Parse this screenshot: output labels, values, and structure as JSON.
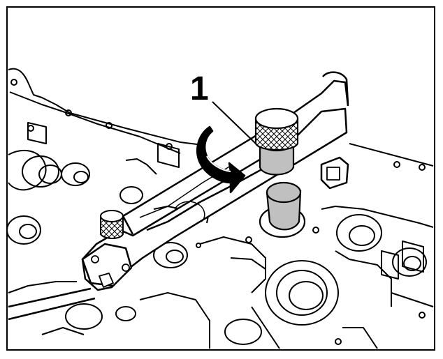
{
  "figure": {
    "callout": "1",
    "colors": {
      "line": "#000000",
      "background": "#ffffff",
      "highlight_part": "#c0c0c0",
      "knurl_fill": "#ffffff"
    },
    "parts": [
      "engine-block",
      "camshaft-locking-tool",
      "knurled-screw-left",
      "knurled-screw-right",
      "highlighted-shaft-component",
      "rotation-arrow"
    ]
  }
}
